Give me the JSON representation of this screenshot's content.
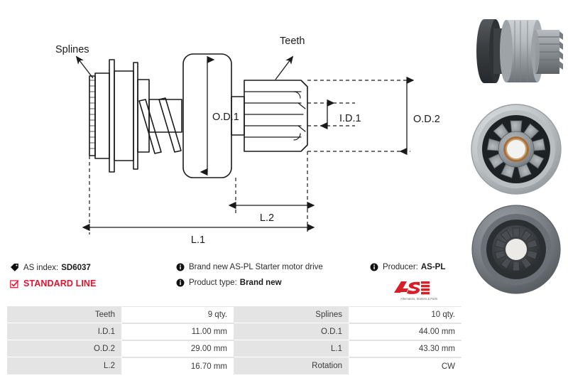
{
  "drawing": {
    "labels": {
      "splines": "Splines",
      "teeth": "Teeth",
      "od1": "O.D.1",
      "id1": "I.D.1",
      "od2": "O.D.2",
      "l1": "L.1",
      "l2": "L.2"
    }
  },
  "info": {
    "as_index_label": "AS index:",
    "as_index_value": "SD6037",
    "standard_line": "STANDARD LINE",
    "description": "Brand new AS-PL Starter motor drive",
    "product_type_label": "Product type:",
    "product_type_value": "Brand new",
    "producer_label": "Producer:",
    "producer_value": "AS-PL",
    "logo_text": "AS",
    "logo_tagline": "Alternators, Starters & Parts"
  },
  "spec_table": {
    "rows": [
      {
        "k1": "Teeth",
        "v1": "9 qty.",
        "k2": "Splines",
        "v2": "10 qty."
      },
      {
        "k1": "I.D.1",
        "v1": "11.00 mm",
        "k2": "O.D.1",
        "v2": "44.00 mm"
      },
      {
        "k1": "O.D.2",
        "v1": "29.00 mm",
        "k2": "L.1",
        "v2": "43.30 mm"
      },
      {
        "k1": "L.2",
        "v1": "16.70 mm",
        "k2": "Rotation",
        "v2": "CW"
      }
    ]
  },
  "colors": {
    "accent_red": "#e8112d",
    "table_label_bg": "#e4e4e4",
    "text": "#2b2b2b"
  },
  "photos": [
    {
      "name": "starter-drive-side-view"
    },
    {
      "name": "starter-drive-front-view"
    },
    {
      "name": "starter-drive-rear-view"
    }
  ]
}
